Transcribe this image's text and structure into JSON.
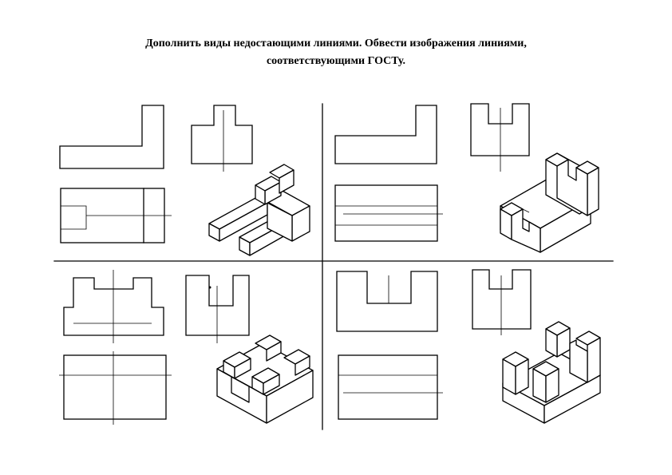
{
  "header": {
    "title_line1": "Дополнить виды недостающими линиями. Обвести изображения линиями,",
    "title_line2": "соответствующими ГОСТу."
  },
  "colors": {
    "ink": "#000000",
    "paper": "#ffffff"
  },
  "tasks": [
    {
      "id": "task-1",
      "quadrant": "top-left"
    },
    {
      "id": "task-2",
      "quadrant": "top-right"
    },
    {
      "id": "task-3",
      "quadrant": "bottom-left"
    },
    {
      "id": "task-4",
      "quadrant": "bottom-right"
    }
  ]
}
